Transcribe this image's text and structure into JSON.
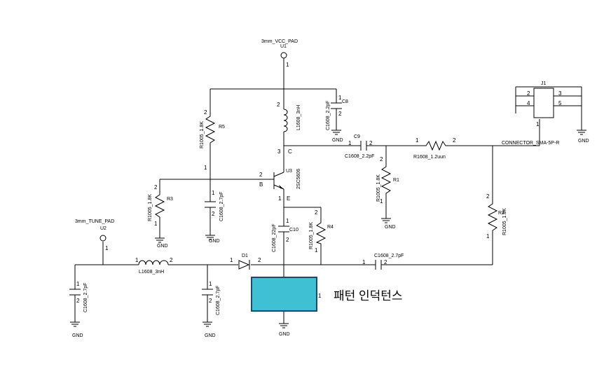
{
  "labels": {
    "vcc_pad": "3mm_VCC_PAD",
    "u1": "U1",
    "c8": "C8",
    "c8_val": "C1608_2.2pF",
    "gnd": "GND",
    "l_top": "L1608_3nH",
    "r5": "R5",
    "r5_val": "R1005_1.8K",
    "c9": "C9",
    "c9_val": "C1608_2.2pF",
    "r_series": "R1608_1.2uun",
    "conn": "CONNECTOR_SMA-5P-R",
    "j1": "J1",
    "u3": "U3",
    "u3_val": "2SC5606",
    "r3": "R3",
    "r3_val": "R1005_1.8K",
    "c_base": "C1608_2.7pF",
    "r1": "R1",
    "r1_val": "R1005_1.8K",
    "r2": "R2",
    "r2_val": "R1005_1.8K",
    "tune_pad": "3mm_TUNE_PAD",
    "u2": "U2",
    "c10": "C10",
    "c10_val": "C1608_22pF",
    "r4": "R4",
    "r4_val": "R1005_1.8K",
    "d1": "D1",
    "l_in": "L1608_3nH",
    "c_out": "C1608_2.7pF",
    "c_in": "C1608_2.7pF",
    "c_mid": "C1608_2.7pF",
    "pin_c": "C",
    "pin_b": "B",
    "pin_e": "E",
    "pin_1": "1",
    "pin_2": "2",
    "pin_3": "3",
    "pin_4": "4",
    "pin_5": "5",
    "annotation": "패턴 인덕턴스"
  },
  "colors": {
    "highlight_fill": "#3fc1d3",
    "highlight_border": "#1a4a70",
    "wire": "#000000"
  }
}
